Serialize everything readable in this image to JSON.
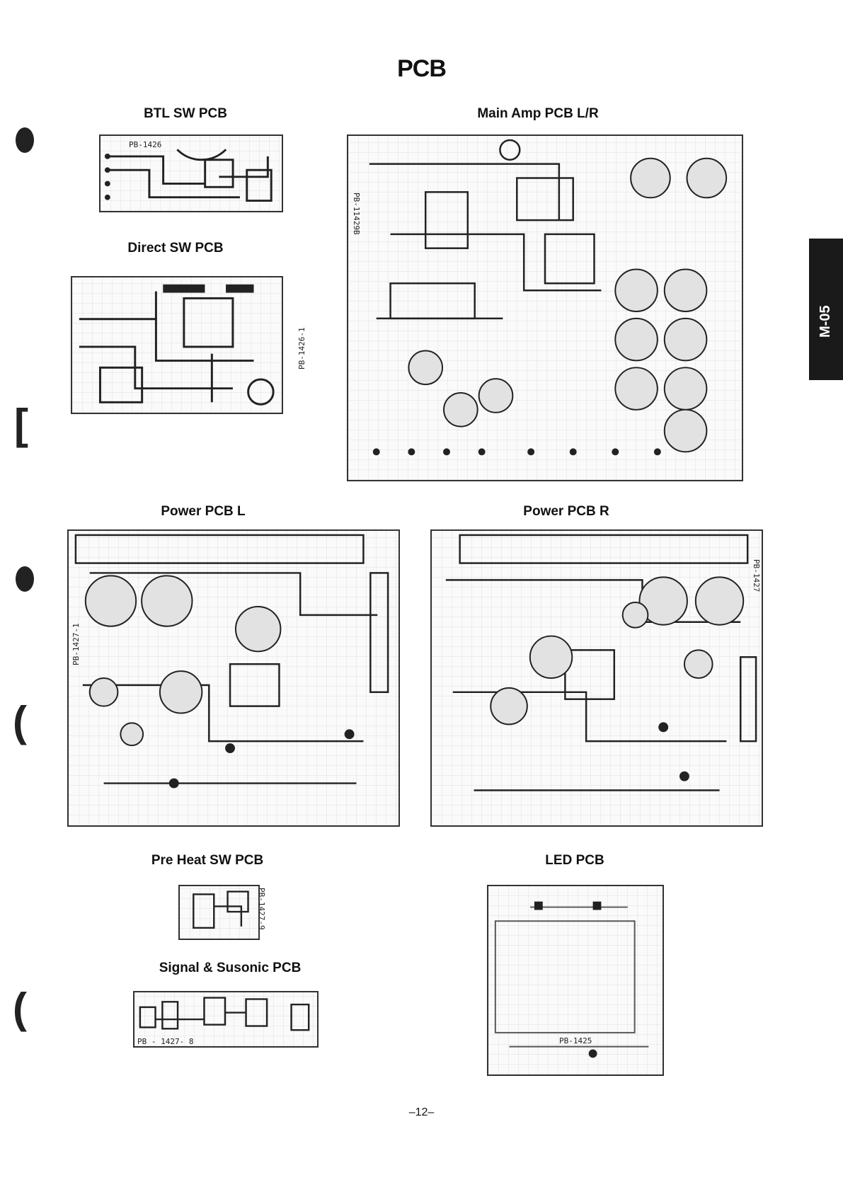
{
  "page_title": "PCB",
  "side_tab": "M-05",
  "page_number": "–12–",
  "boards": {
    "btl": {
      "label": "BTL SW PCB",
      "code": "PB-1426"
    },
    "direct": {
      "label": "Direct SW PCB",
      "code": "PB-1426-1"
    },
    "main_amp": {
      "label": "Main Amp PCB L/R",
      "code": "PB-11429B"
    },
    "power_l": {
      "label": "Power PCB L",
      "code": "PB-1427-1"
    },
    "power_r": {
      "label": "Power PCB R",
      "code": "PB-1427"
    },
    "pre_heat": {
      "label": "Pre Heat SW PCB",
      "code": "PB-1427-9"
    },
    "led": {
      "label": "LED PCB",
      "code": "PB-1425"
    },
    "signal": {
      "label": "Signal & Susonic PCB",
      "code": "PB - 1427- 8"
    }
  }
}
